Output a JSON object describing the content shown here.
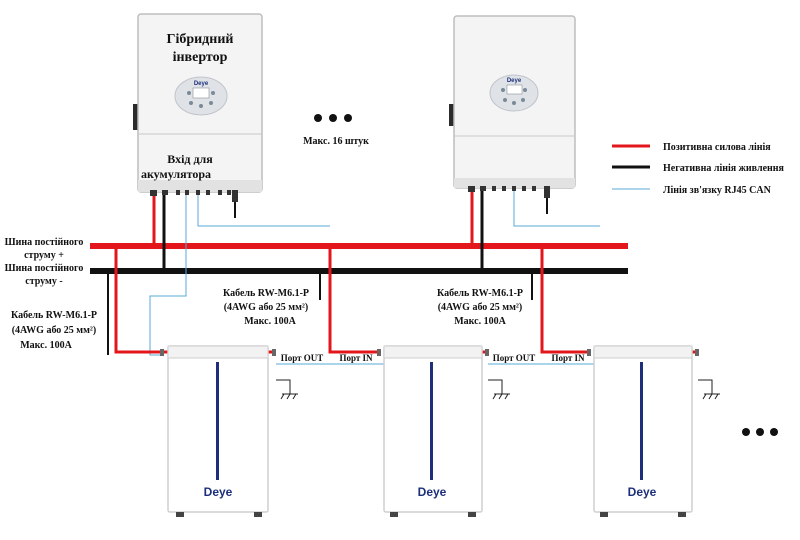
{
  "inverter": {
    "title_line1": "Гібридний",
    "title_line2": "інвертор",
    "brand": "Deye",
    "battery_input_line1": "Вхід для",
    "battery_input_line2": "акумулятора"
  },
  "max_inverters": "Макс. 16 штук",
  "legend": {
    "positive": "Позитивна силова лінія",
    "negative": "Негативна лінія живлення",
    "can": "Лінія зв'язку RJ45 CAN"
  },
  "busbar": {
    "positive_line1": "Шина постійного",
    "positive_line2": "струму +",
    "negative_line1": "Шина постійного",
    "negative_line2": "струму -"
  },
  "cable_labels": [
    {
      "line1": "Кабель RW-M6.1-P",
      "line2": "(4AWG або 25 мм²)",
      "line3": "Макс. 100А"
    },
    {
      "line1": "Кабель RW-M6.1-P",
      "line2": "(4AWG або 25 мм²)",
      "line3": "Макс. 100А"
    },
    {
      "line1": "Кабель RW-M6.1-P",
      "line2": "(4AWG або 25 мм²)",
      "line3": "Макс. 100А"
    }
  ],
  "ports": {
    "out": "Порт OUT",
    "in": "Порт IN"
  },
  "battery": {
    "brand": "Deye"
  },
  "colors": {
    "positive": "#e3161b",
    "negative": "#111111",
    "can": "#5aa9d6",
    "battery_stripe": "#1d2f7a"
  }
}
